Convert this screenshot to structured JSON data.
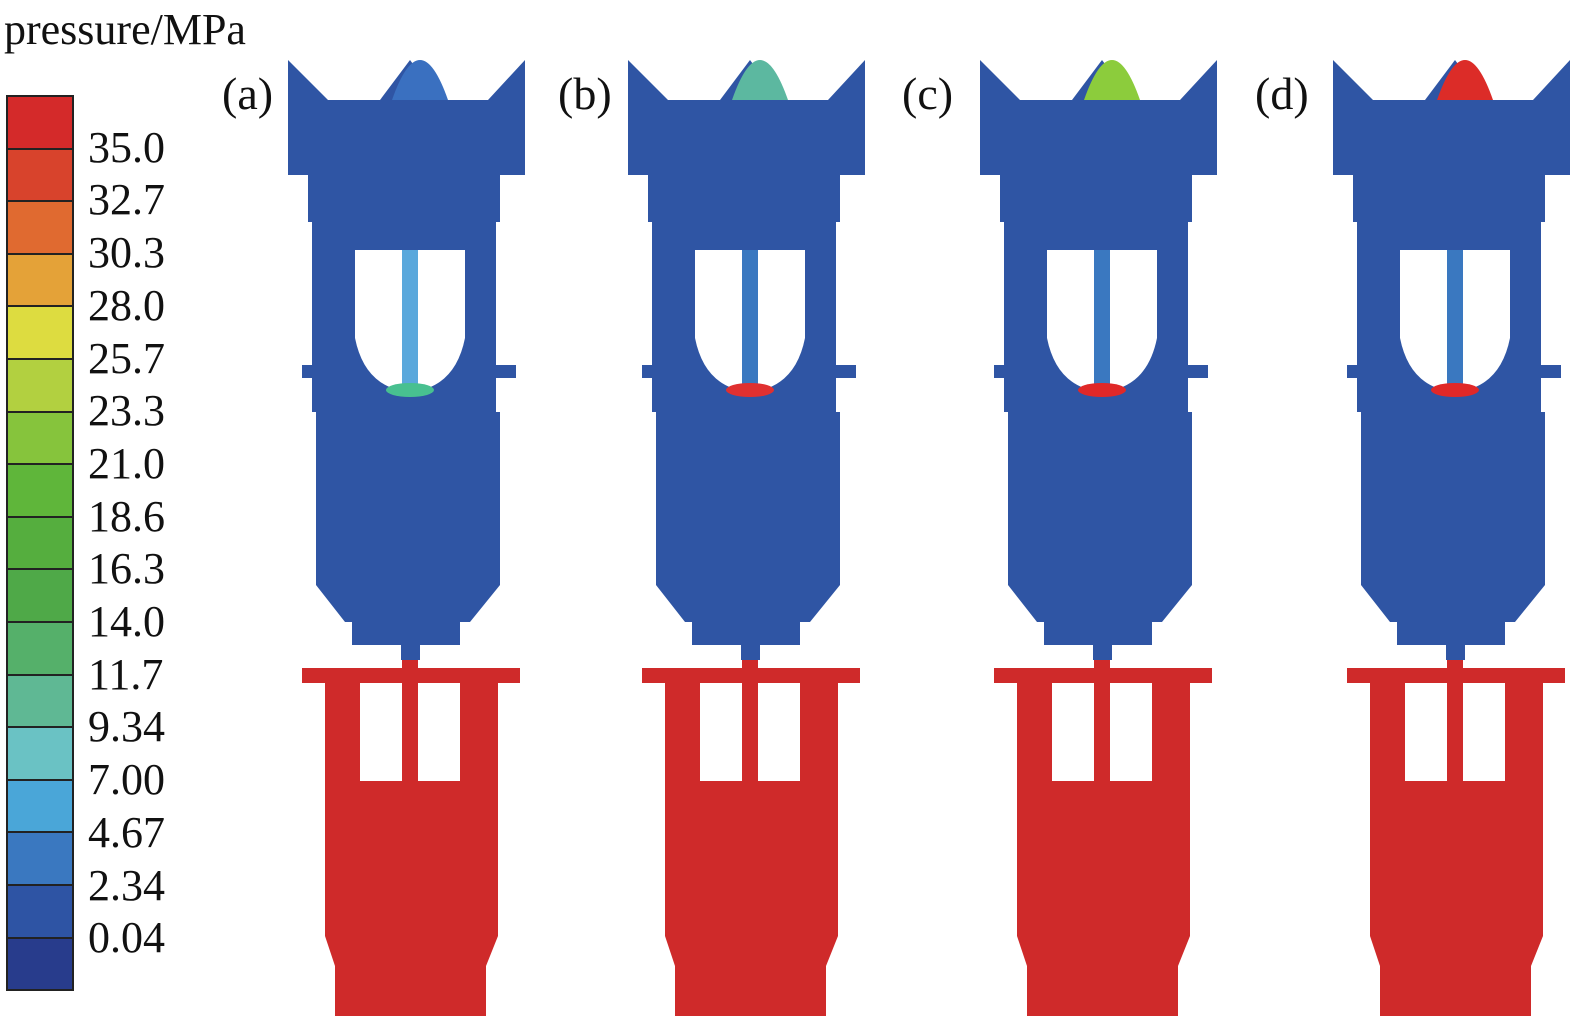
{
  "legend": {
    "title": "pressure/MPa",
    "ticks": [
      "35.0",
      "32.7",
      "30.3",
      "28.0",
      "25.7",
      "23.3",
      "21.0",
      "18.6",
      "16.3",
      "14.0",
      "11.7",
      "9.34",
      "7.00",
      "4.67",
      "2.34",
      "0.04"
    ],
    "colors": [
      "#d42a2a",
      "#d8432c",
      "#e06a30",
      "#e4a238",
      "#dddc40",
      "#b2d040",
      "#86c43c",
      "#5fb63a",
      "#55ae3e",
      "#4fa948",
      "#55b06a",
      "#5fb894",
      "#6ac2c4",
      "#4aa6d8",
      "#3a78c0",
      "#2e54a4",
      "#283c8c"
    ]
  },
  "panels": [
    {
      "label": "(a)",
      "top_color": "#3a70c0",
      "needle_color": "#5aa8dc",
      "seat_color": "#48c090"
    },
    {
      "label": "(b)",
      "top_color": "#5cb8a0",
      "needle_color": "#3a78c0",
      "seat_color": "#e03030"
    },
    {
      "label": "(c)",
      "top_color": "#8ccc3c",
      "needle_color": "#3a78c0",
      "seat_color": "#e02828"
    },
    {
      "label": "(d)",
      "top_color": "#dc2c28",
      "needle_color": "#3a78c0",
      "seat_color": "#e02828"
    }
  ],
  "colors": {
    "low": "#2f55a4",
    "high": "#cf2a2a"
  }
}
